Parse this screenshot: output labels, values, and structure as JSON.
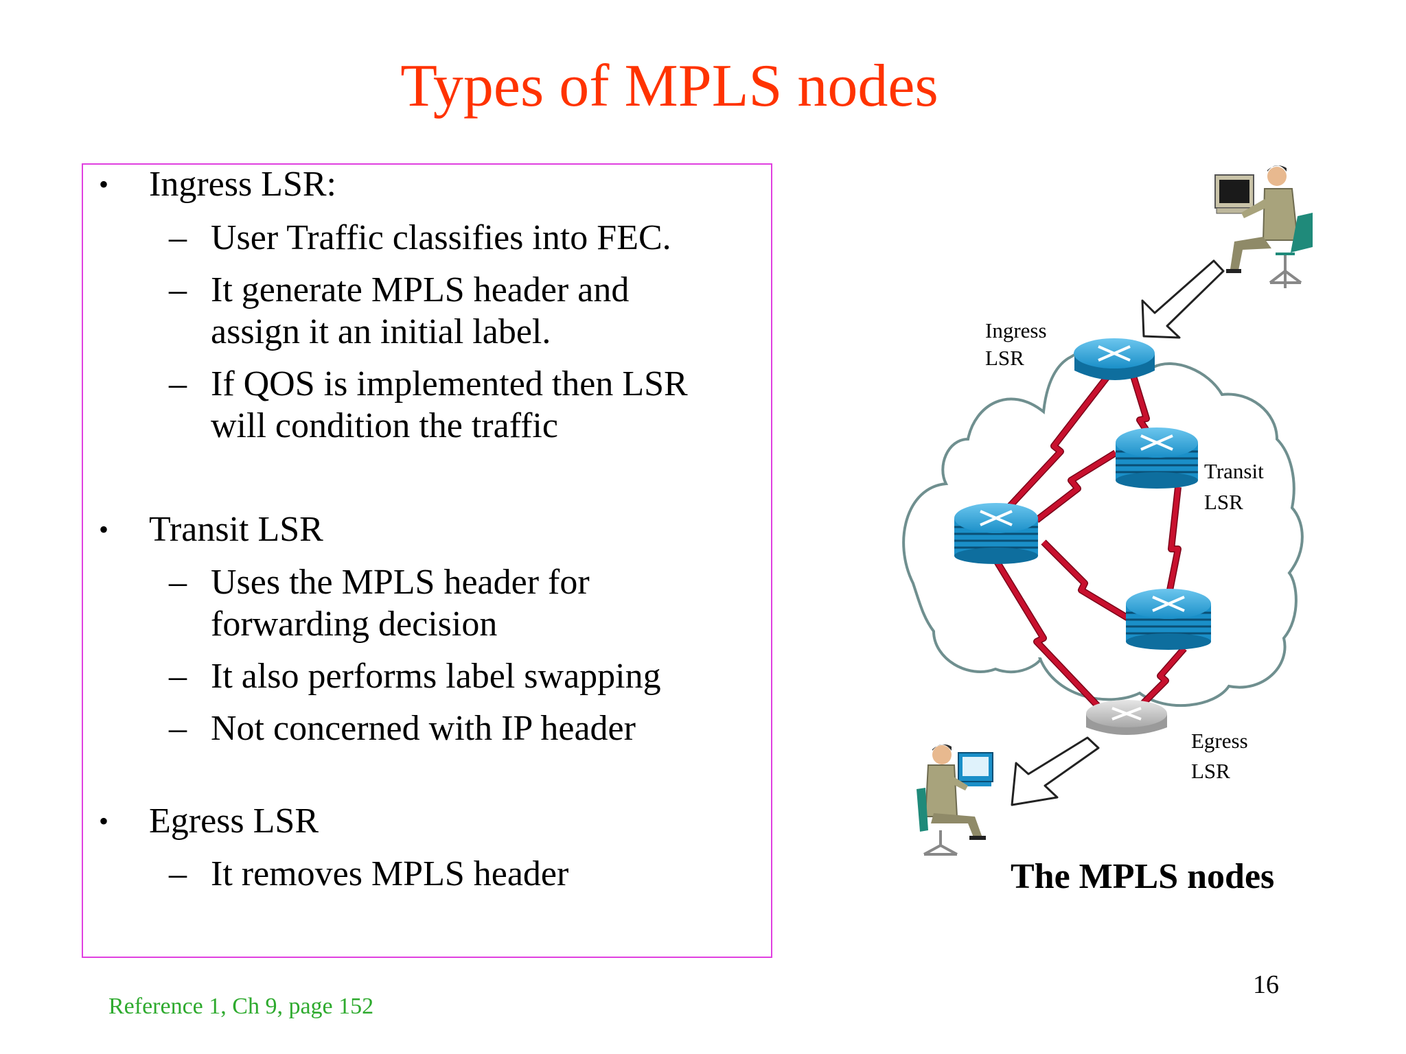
{
  "slide": {
    "title": "Types of MPLS nodes",
    "page_number": "16",
    "reference": "Reference 1, Ch 9, page 152"
  },
  "bullets": [
    {
      "marker": "•",
      "text": "Ingress LSR:",
      "subitems": [
        {
          "marker": "–",
          "lines": [
            "User Traffic classifies into FEC."
          ]
        },
        {
          "marker": "–",
          "lines": [
            "It generate MPLS header and",
            "assign it an initial label."
          ]
        },
        {
          "marker": "–",
          "lines": [
            "If QOS is implemented then LSR",
            "will condition the traffic"
          ]
        }
      ]
    },
    {
      "marker": "•",
      "text": "Transit LSR",
      "subitems": [
        {
          "marker": "–",
          "lines": [
            "Uses the MPLS header for",
            "forwarding decision"
          ]
        },
        {
          "marker": "–",
          "lines": [
            "It also performs label swapping"
          ]
        },
        {
          "marker": "–",
          "lines": [
            "Not concerned with IP header"
          ]
        }
      ]
    },
    {
      "marker": "•",
      "text": "Egress LSR",
      "subitems": [
        {
          "marker": "–",
          "lines": [
            "It removes MPLS header"
          ]
        }
      ]
    }
  ],
  "diagram": {
    "caption": "The MPLS nodes",
    "labels": {
      "ingress": [
        "Ingress",
        "LSR"
      ],
      "transit": [
        "Transit",
        "LSR"
      ],
      "egress": [
        "Egress",
        "LSR"
      ]
    },
    "colors": {
      "router_blue": "#1a8fc8",
      "router_gray": "#b8b8b8",
      "link_red": "#c8102e",
      "cloud_outline": "#6f8f8f",
      "title_red": "#ff3300",
      "border_magenta": "#e040e0",
      "reference_green": "#2eaa2e"
    },
    "icons": [
      "person-at-terminal-icon",
      "person-at-computer-icon",
      "router-icon",
      "arrow-icon",
      "cloud-icon"
    ]
  }
}
